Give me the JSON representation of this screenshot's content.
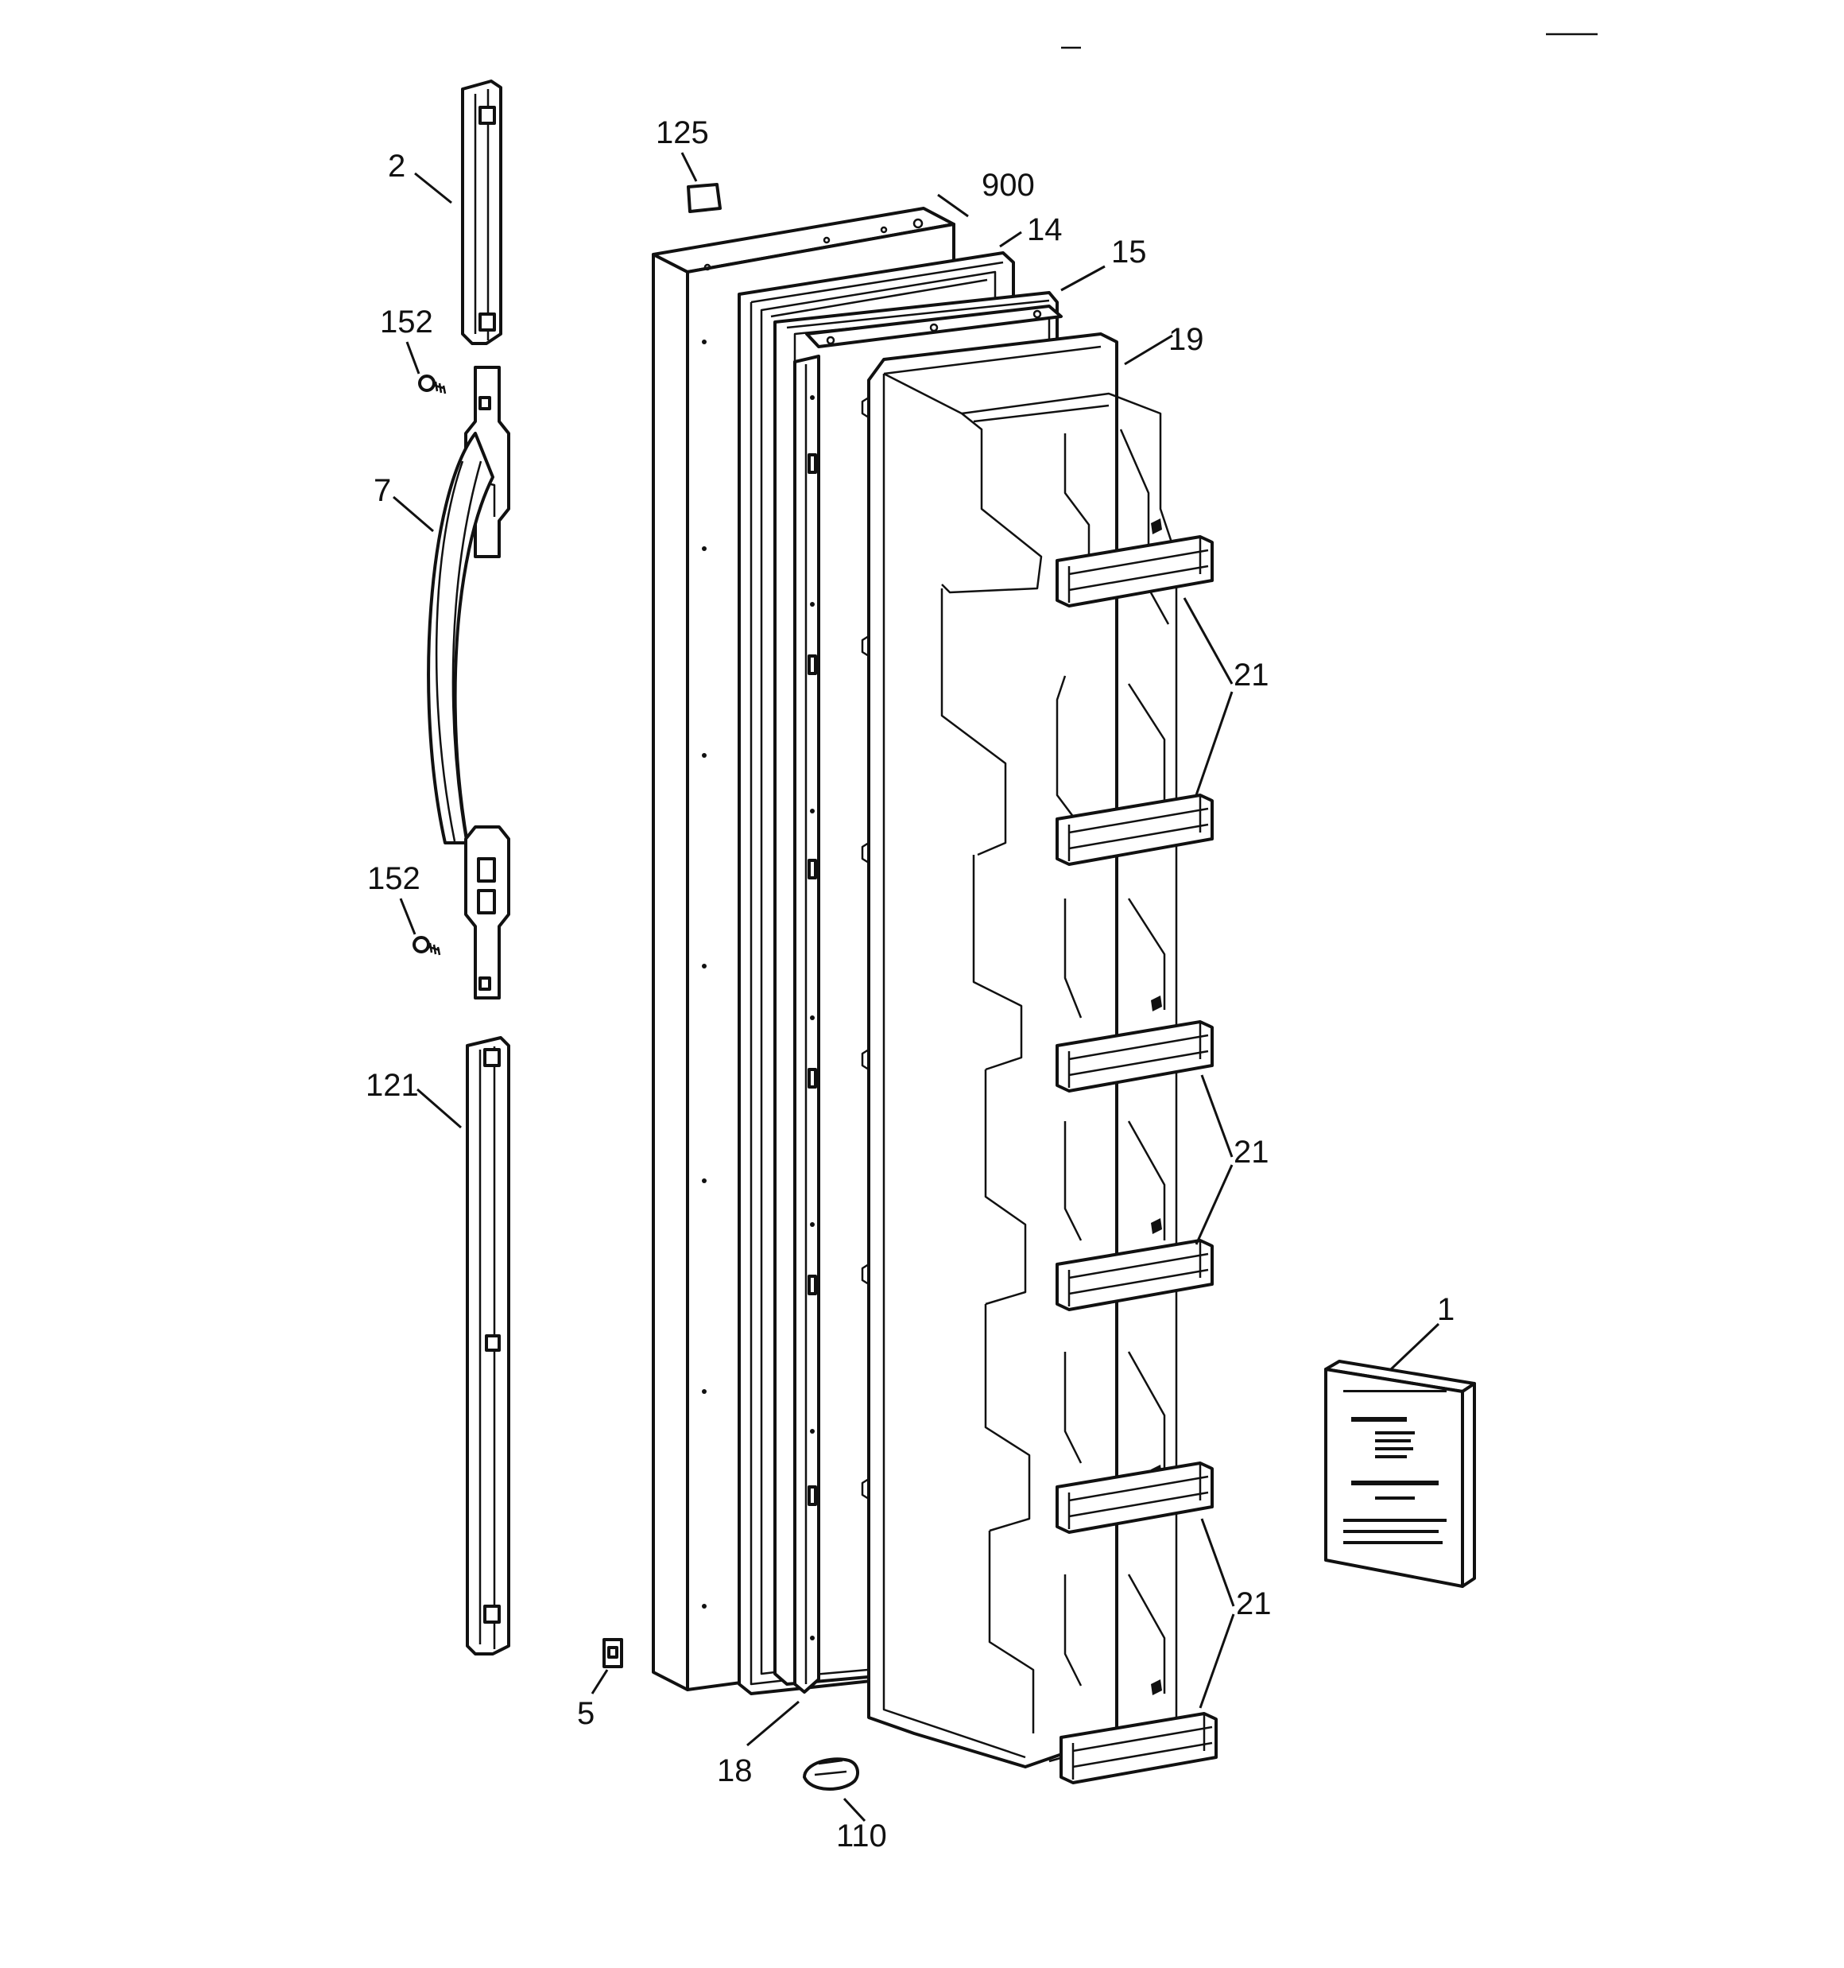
{
  "diagram": {
    "callouts": [
      {
        "id": "label-2",
        "text": "2"
      },
      {
        "id": "label-152-top",
        "text": "152"
      },
      {
        "id": "label-7",
        "text": "7"
      },
      {
        "id": "label-152-bottom",
        "text": "152"
      },
      {
        "id": "label-121",
        "text": "121"
      },
      {
        "id": "label-5",
        "text": "5"
      },
      {
        "id": "label-125",
        "text": "125"
      },
      {
        "id": "label-900",
        "text": "900"
      },
      {
        "id": "label-14",
        "text": "14"
      },
      {
        "id": "label-15",
        "text": "15"
      },
      {
        "id": "label-19",
        "text": "19"
      },
      {
        "id": "label-21-a",
        "text": "21"
      },
      {
        "id": "label-21-b",
        "text": "21"
      },
      {
        "id": "label-21-c",
        "text": "21"
      },
      {
        "id": "label-1",
        "text": "1"
      },
      {
        "id": "label-18",
        "text": "18"
      },
      {
        "id": "label-110",
        "text": "110"
      }
    ]
  }
}
